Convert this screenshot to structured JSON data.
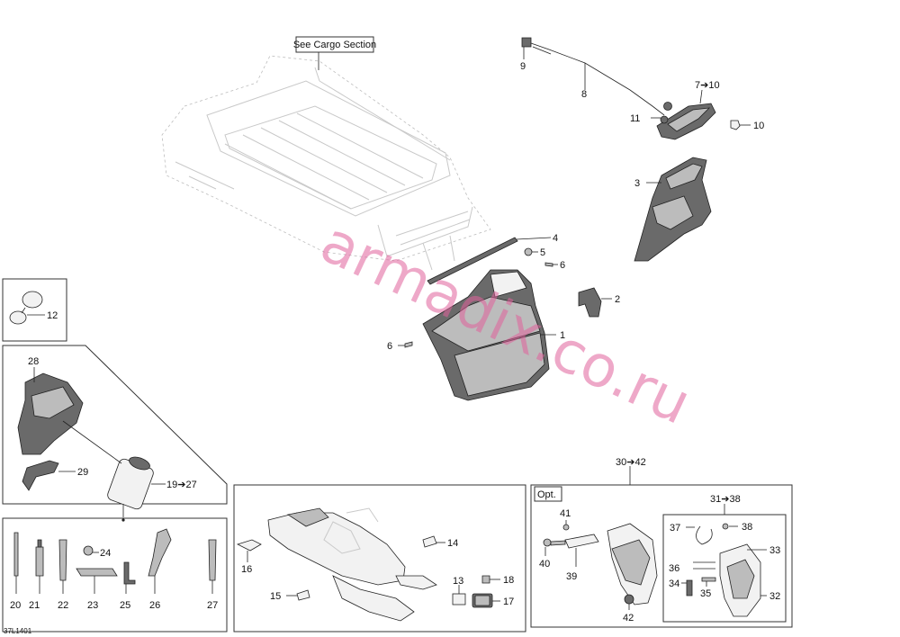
{
  "labels": {
    "l1": "1",
    "l2": "2",
    "l3": "3",
    "l4": "4",
    "l5": "5",
    "l6a": "6",
    "l6b": "6",
    "l7_10": "7➔10",
    "l8": "8",
    "l9": "9",
    "l10": "10",
    "l11": "11",
    "l12": "12",
    "l13": "13",
    "l14": "14",
    "l15": "15",
    "l16": "16",
    "l17": "17",
    "l18": "18",
    "l19_27": "19➔27",
    "l20": "20",
    "l21": "21",
    "l22": "22",
    "l23": "23",
    "l24": "24",
    "l25": "25",
    "l26": "26",
    "l27": "27",
    "l28": "28",
    "l29": "29",
    "l30_42": "30➔42",
    "l31_38": "31➔38",
    "l32": "32",
    "l33": "33",
    "l34": "34",
    "l35": "35",
    "l36": "36",
    "l37": "37",
    "l38": "38",
    "l39": "39",
    "l40": "40",
    "l41": "41",
    "l42": "42"
  },
  "callout": "See Cargo Section",
  "opt_tag": "Opt.",
  "drawing_code": "37L1401",
  "watermark": "armadix.co.ru"
}
